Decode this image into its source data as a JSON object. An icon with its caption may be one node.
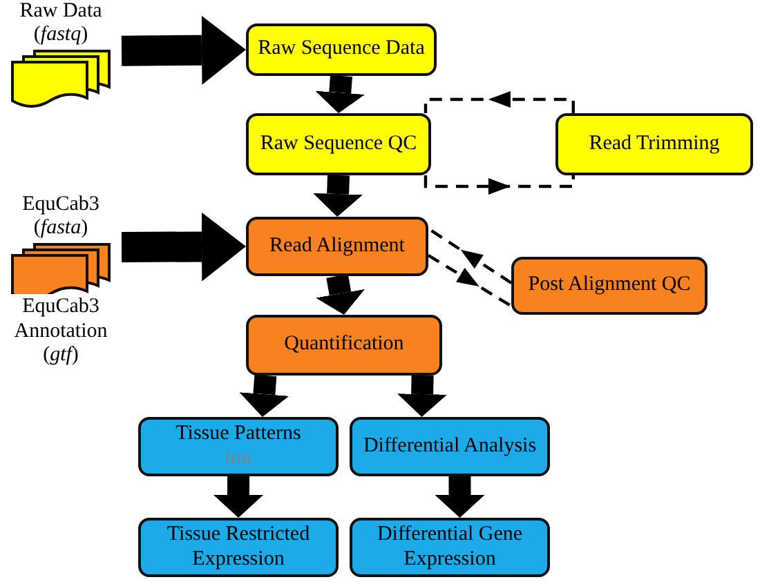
{
  "diagram": {
    "nodes": [
      {
        "text": [
          "Raw Data (*fastq*)"
        ]
      },
      {
        "text": [
          "Raw Sequence Data"
        ]
      },
      {
        "text": [
          "Raw Sequence QC"
        ]
      },
      {
        "text": [
          "Read Trimming"
        ]
      },
      {
        "text": [
          "EquCab3 (*fasta*)",
          "EquCab3 Annotation (*gtf*)"
        ]
      },
      {
        "text": [
          "Read Alignment"
        ]
      },
      {
        "text": [
          "Post Alignment QC"
        ]
      },
      {
        "text": [
          "Quantification"
        ]
      },
      {
        "text": [
          "Tissue Patterns",
          "tau"
        ]
      },
      {
        "text": [
          "Differential Analysis"
        ]
      },
      {
        "text": [
          "Tissue Restricted Expression"
        ]
      },
      {
        "text": [
          "Differential Gene Expression"
        ]
      }
    ],
    "edges": [
      {
        "from": 0,
        "to": 1,
        "arrow": "to"
      },
      {
        "from": 1,
        "to": 2,
        "arrow": "to"
      },
      {
        "from": 2,
        "to": 3,
        "arrow": "to",
        "style": "dashed"
      },
      {
        "from": 3,
        "to": 2,
        "arrow": "to",
        "style": "dashed"
      },
      {
        "from": 2,
        "to": 5,
        "arrow": "to"
      },
      {
        "from": 4,
        "to": 5,
        "arrow": "to"
      },
      {
        "from": 5,
        "to": 6,
        "arrow": "to",
        "style": "dashed"
      },
      {
        "from": 6,
        "to": 5,
        "arrow": "to",
        "style": "dashed"
      },
      {
        "from": 5,
        "to": 7,
        "arrow": "to"
      },
      {
        "from": 7,
        "to": 8,
        "arrow": "to"
      },
      {
        "from": 7,
        "to": 9,
        "arrow": "to"
      },
      {
        "from": 8,
        "to": 10,
        "arrow": "to"
      },
      {
        "from": 9,
        "to": 11,
        "arrow": "to"
      }
    ]
  }
}
